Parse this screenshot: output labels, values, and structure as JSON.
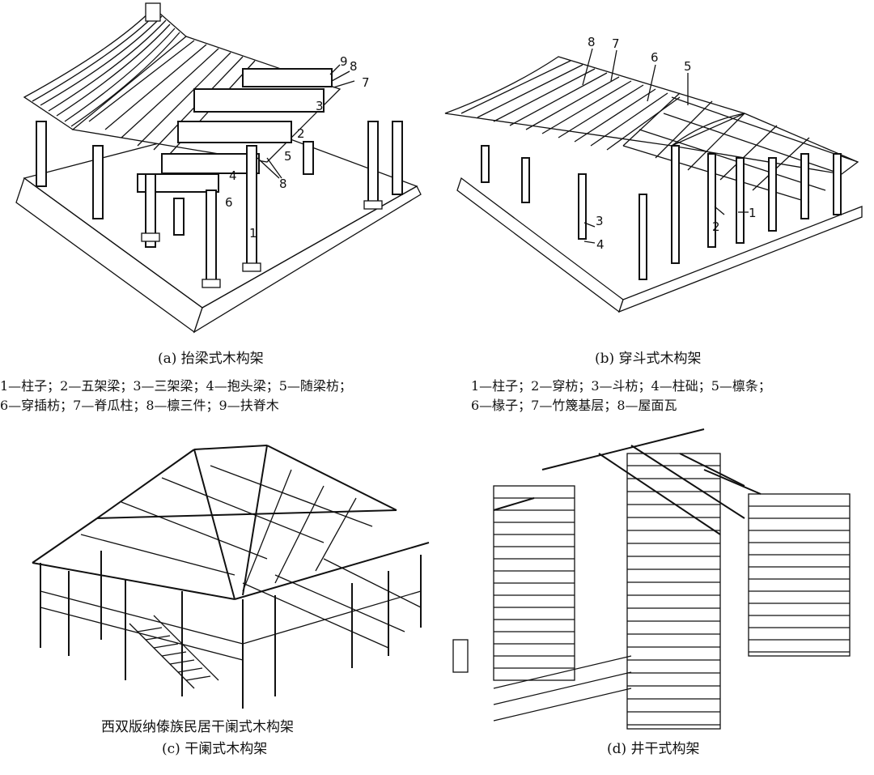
{
  "panel_a": {
    "caption": "(a) 抬梁式木构架",
    "legend_line1": "1—柱子；2—五架梁；3—三架梁；4—抱头梁；5—随梁枋；",
    "legend_line2": "6—穿插枋；7—脊瓜柱；8—檩三件；9—扶脊木",
    "callouts": [
      "9",
      "8",
      "7",
      "3",
      "2",
      "5",
      "8",
      "4",
      "6",
      "1"
    ]
  },
  "panel_b": {
    "caption": "(b) 穿斗式木构架",
    "legend_line1": "1—柱子；2—穿枋；3—斗枋；4—柱础；5—檩条；",
    "legend_line2": "6—椽子；7—竹篾基层；8—屋面瓦",
    "callouts": [
      "8",
      "7",
      "6",
      "5",
      "3",
      "4",
      "2",
      "1"
    ]
  },
  "panel_c": {
    "subtitle": "西双版纳傣族民居干阑式木构架",
    "caption": "(c) 干阑式木构架"
  },
  "panel_d": {
    "caption": "(d) 井干式构架"
  }
}
